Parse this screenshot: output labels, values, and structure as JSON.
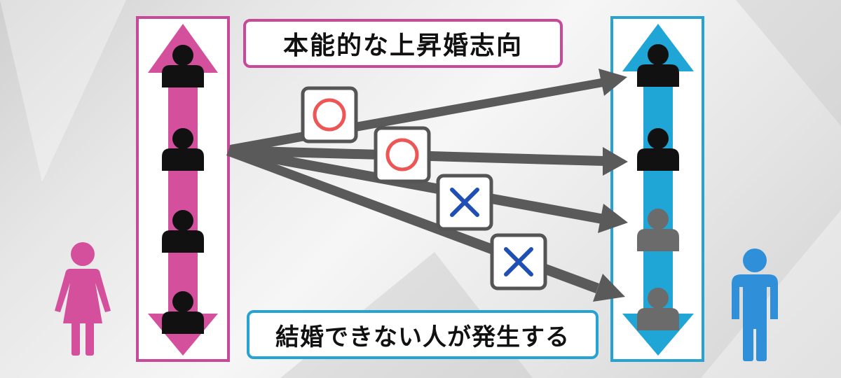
{
  "diagram": {
    "title": "本能的な上昇婚志向",
    "result_text": "結婚できない人が発生する",
    "colors": {
      "female_accent": "#d4509d",
      "female_border": "#c8489a",
      "male_accent": "#1fa6d6",
      "male_border": "#27a3d3",
      "arrow": "#5a5a5a",
      "person_matched": "#111111",
      "person_unmatched": "#6b6b6b",
      "ok_mark": "#ee5555",
      "ng_mark": "#1f4fb4"
    },
    "female_column": {
      "icon": "female-icon",
      "people": [
        "person-icon",
        "person-icon",
        "person-icon",
        "person-icon"
      ]
    },
    "male_column": {
      "icon": "male-icon",
      "people": [
        {
          "icon": "person-icon",
          "status": "matched"
        },
        {
          "icon": "person-icon",
          "status": "matched"
        },
        {
          "icon": "person-icon",
          "status": "unmatched"
        },
        {
          "icon": "person-icon",
          "status": "unmatched"
        }
      ]
    },
    "connections": [
      {
        "mark": "○",
        "meaning": "circle-mark",
        "target_person": 1
      },
      {
        "mark": "○",
        "meaning": "circle-mark",
        "target_person": 2
      },
      {
        "mark": "×",
        "meaning": "cross-mark",
        "target_person": 3
      },
      {
        "mark": "×",
        "meaning": "cross-mark",
        "target_person": 4
      }
    ]
  }
}
